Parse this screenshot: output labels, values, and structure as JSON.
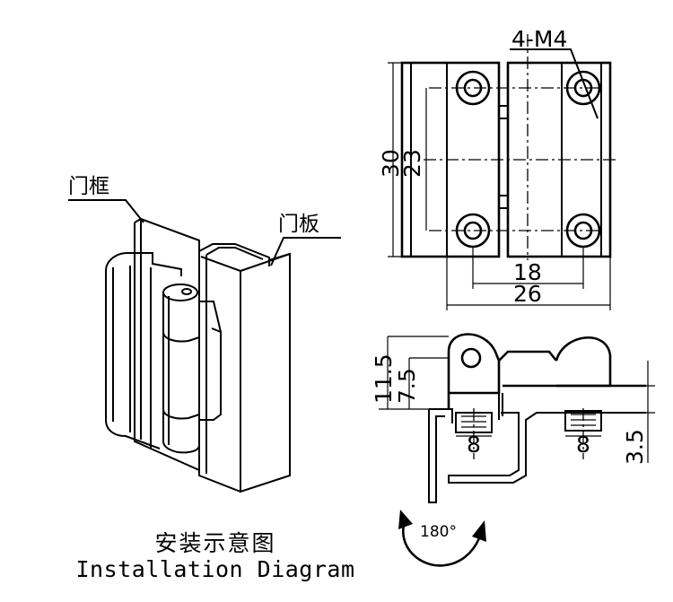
{
  "labels": {
    "door_frame": "门框",
    "door_panel": "门板",
    "caption_cn": "安装示意图",
    "caption_en": "Installation Diagram"
  },
  "dimensions": {
    "screw_spec": "4-M4",
    "outer_height": "30",
    "hole_spacing_vertical": "23",
    "hole_spacing_horizontal": "18",
    "overall_width": "26",
    "side_total_height": "11.5",
    "side_pivot_height": "7.5",
    "counterbore_left": "8",
    "counterbore_right": "8",
    "plate_thickness": "3.5",
    "rotation_angle": "180°"
  }
}
